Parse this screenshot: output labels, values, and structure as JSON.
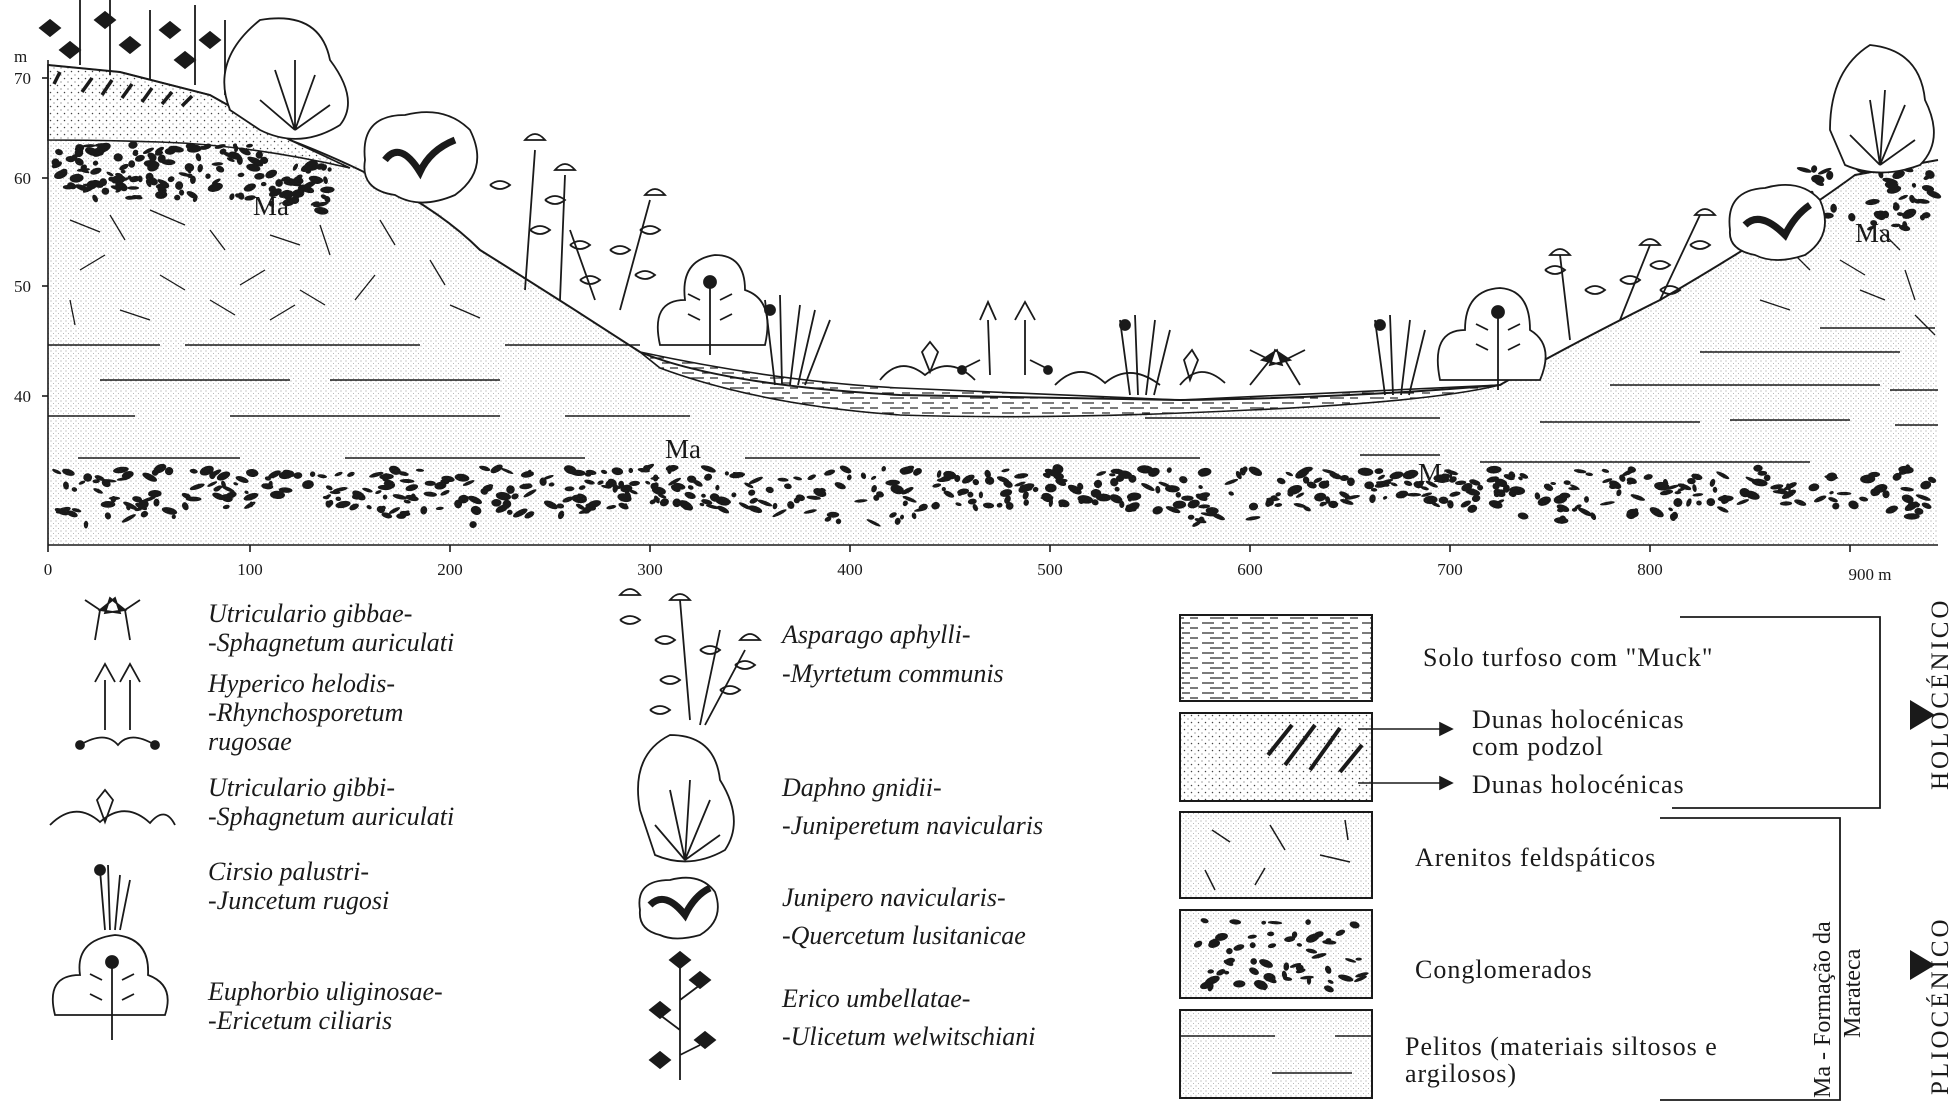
{
  "profile": {
    "y_unit": "m",
    "y_ticks": [
      "70",
      "60",
      "50",
      "40"
    ],
    "x_ticks": [
      "0",
      "100",
      "200",
      "300",
      "400",
      "500",
      "600",
      "700",
      "800",
      "900 m"
    ],
    "unit_labels": [
      "Ma",
      "Ma",
      "Ma",
      "Ma"
    ]
  },
  "vegetation_legend": [
    {
      "line1": "Utriculario gibbae-",
      "line2": "-Sphagnetum auriculati",
      "line3": "",
      "icon": "utricularia-gibba-sedge-icon"
    },
    {
      "line1": "Hyperico helodis-",
      "line2": "-Rhynchosporetum",
      "line3": "rugosae",
      "icon": "hypericum-rhynchospora-icon"
    },
    {
      "line1": "Utriculario gibbi-",
      "line2": "-Sphagnetum auriculati",
      "line3": "",
      "icon": "utricularia-sphagnum-icon"
    },
    {
      "line1": "Cirsio palustri-",
      "line2": "-Juncetum rugosi",
      "line3": "",
      "icon": "juncus-tuft-icon"
    },
    {
      "line1": "Euphorbio uliginosae-",
      "line2": "-Ericetum ciliaris",
      "line3": "",
      "icon": "euphorbia-heath-icon"
    },
    {
      "line1": "Asparago aphylli-",
      "line2": "-Myrtetum communis",
      "line3": "",
      "icon": "myrtle-shrub-icon"
    },
    {
      "line1": "Daphno gnidii-",
      "line2": "-Juniperetum navicularis",
      "line3": "",
      "icon": "juniper-shrub-icon"
    },
    {
      "line1": "Junipero navicularis-",
      "line2": "-Quercetum lusitanicae",
      "line3": "",
      "icon": "quercus-crown-icon"
    },
    {
      "line1": "Erico umbellatae-",
      "line2": "-Ulicetum welwitschiani",
      "line3": "",
      "icon": "erica-branch-icon"
    }
  ],
  "lithology_legend": [
    {
      "line1": "Solo turfoso com \"Muck\"",
      "line2": "",
      "pattern": "peat"
    },
    {
      "line1": "Dunas holocénicas",
      "line2": "com podzol",
      "pattern": "podzol"
    },
    {
      "line1": "Dunas holocénicas",
      "line2": "",
      "pattern": "dune"
    },
    {
      "line1": "Arenitos feldspáticos",
      "line2": "",
      "pattern": "arkose"
    },
    {
      "line1": "Conglomerados",
      "line2": "",
      "pattern": "conglomerate"
    },
    {
      "line1": "Pelitos (materiais siltosos e",
      "line2": "argilosos)",
      "pattern": "pelite"
    }
  ],
  "periods": {
    "holocene": "HOLOCÉNICO",
    "pliocene": "PLIOCÉNICO",
    "formation_line1": "Ma - Formação da",
    "formation_line2": "Marateca"
  }
}
